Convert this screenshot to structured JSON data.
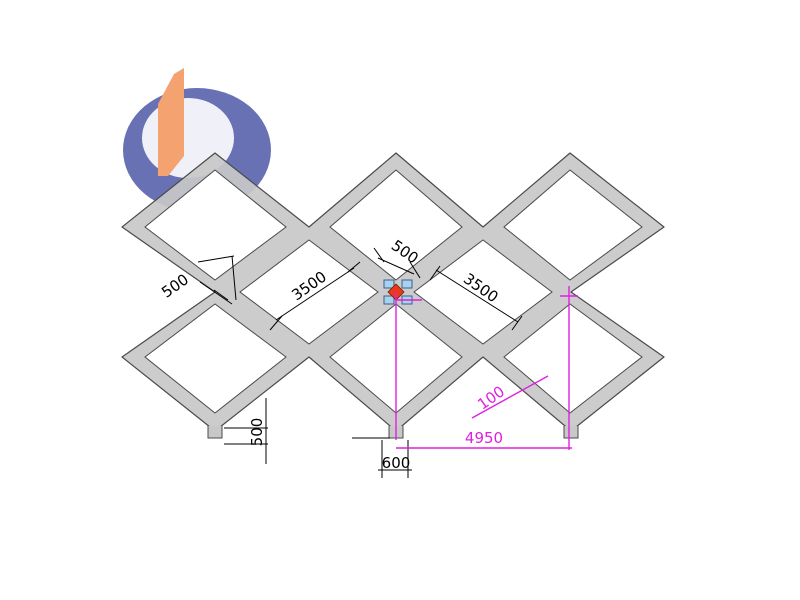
{
  "colors": {
    "frame_fill": "#c8c8c8",
    "frame_stroke": "#4a4a4a",
    "dimension_black": "#000000",
    "dimension_magenta": "#e020e0",
    "logo_orange": "#f3a270",
    "logo_blue": "#4f58a8",
    "connector_blue": "#a9d2ee",
    "connector_red": "#e83a1a"
  },
  "icons": {
    "logo": "company-logo-icon",
    "connector": "cross-connector-icon"
  },
  "dimensions": {
    "width_left": "500",
    "span_left": "3500",
    "width_center": "500",
    "span_right": "3500",
    "height_small": "100",
    "spacing": "4950",
    "foot_height": "500",
    "foot_width": "600"
  }
}
